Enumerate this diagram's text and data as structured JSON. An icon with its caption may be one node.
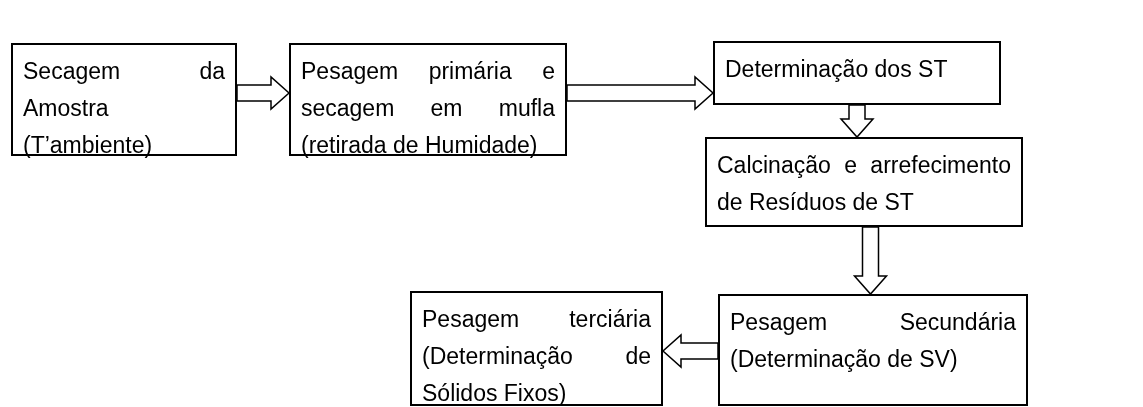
{
  "diagram": {
    "nodes": [
      {
        "text": [
          "Secagem da Amostra (T’ambiente)"
        ]
      },
      {
        "text": [
          "Pesagem primária e secagem em mufla (retirada de Humidade)"
        ]
      },
      {
        "text": [
          "Determinação dos ST"
        ]
      },
      {
        "text": [
          "Calcinação e arrefecimento de Resíduos de ST"
        ]
      },
      {
        "text": [
          "Pesagem Secundária (Determinação de SV)"
        ]
      },
      {
        "text": [
          "Pesagem terciária (Determinação de Sólidos Fixos)"
        ]
      }
    ],
    "edges": [
      {
        "from": 0,
        "to": 1,
        "arrow": "to"
      },
      {
        "from": 1,
        "to": 2,
        "arrow": "to"
      },
      {
        "from": 2,
        "to": 3,
        "arrow": "to"
      },
      {
        "from": 3,
        "to": 4,
        "arrow": "to"
      },
      {
        "from": 4,
        "to": 5,
        "arrow": "to"
      }
    ]
  }
}
